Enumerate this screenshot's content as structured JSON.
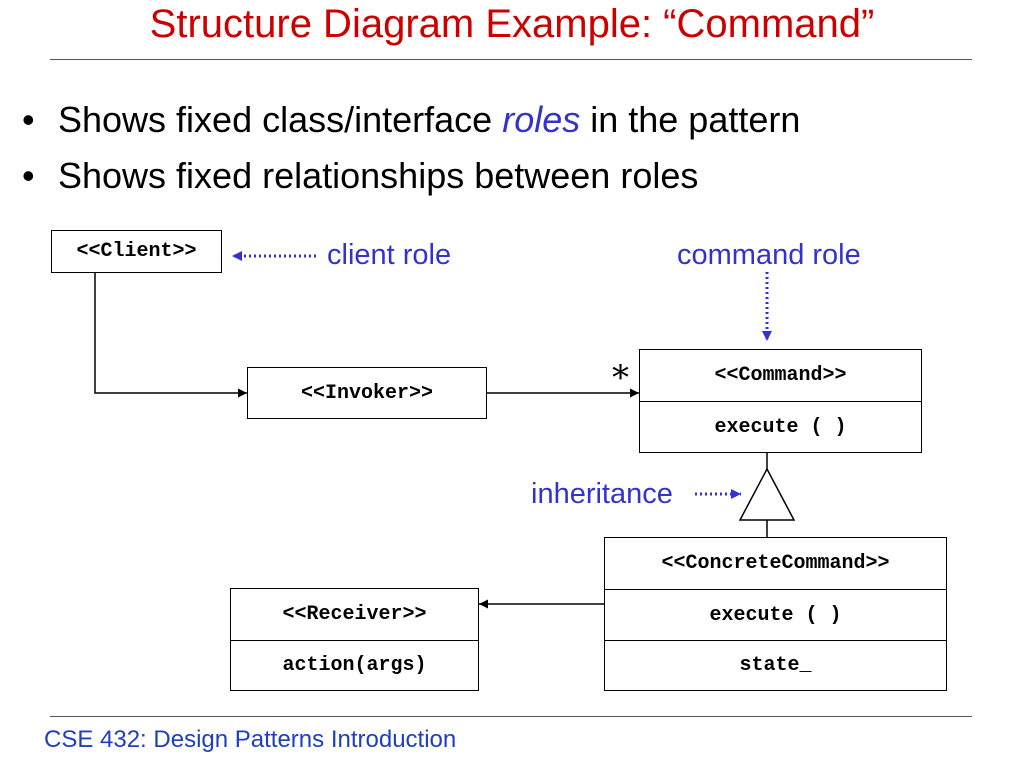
{
  "slide": {
    "title": "Structure Diagram Example: “Command”",
    "bullets": [
      {
        "before": "Shows fixed class/interface ",
        "emphasis": "roles",
        "after": " in the pattern"
      },
      {
        "before": "Shows fixed relationships between roles",
        "emphasis": "",
        "after": ""
      }
    ],
    "bullet_glyph": "•"
  },
  "diagram": {
    "classes": {
      "client": {
        "name": "<<Client>>"
      },
      "invoker": {
        "name": "<<Invoker>>"
      },
      "command": {
        "name": "<<Command>>",
        "method": "execute ( )"
      },
      "concrete": {
        "name": "<<ConcreteCommand>>",
        "method": "execute ( )",
        "attribute": "state_"
      },
      "receiver": {
        "name": "<<Receiver>>",
        "method": "action(args)"
      }
    },
    "annotations": {
      "client_role": "client role",
      "command_role": "command role",
      "inheritance": "inheritance",
      "multiplicity": "*"
    }
  },
  "footer": "CSE 432: Design Patterns Introduction",
  "colors": {
    "title": "#cc0000",
    "annotation": "#3333cc",
    "footer": "#1f3fbf"
  }
}
